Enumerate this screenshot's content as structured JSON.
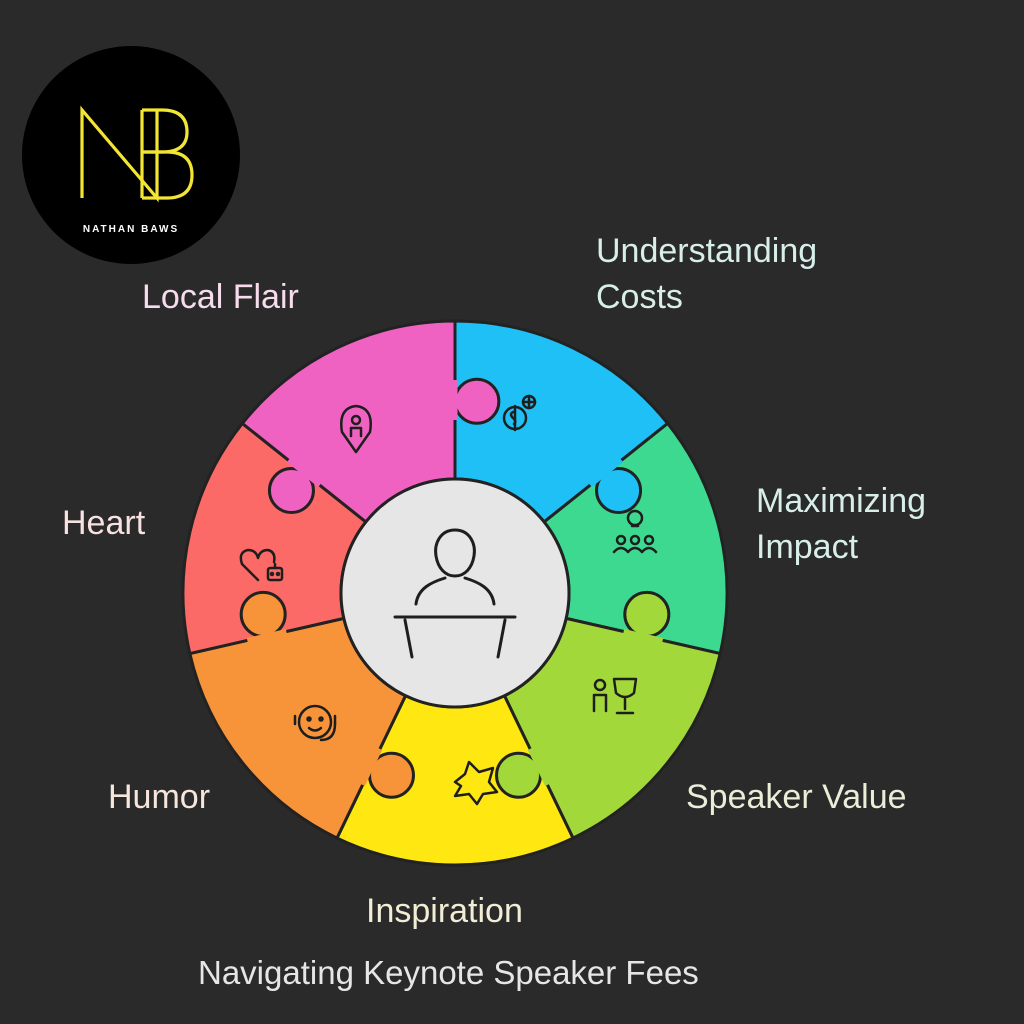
{
  "logo": {
    "text": "NATHAN BAWS",
    "monogram": "NB",
    "monogram_color": "#f3e633"
  },
  "diagram": {
    "caption": "Navigating Keynote Speaker Fees",
    "center_icon": "speaker-podium-icon",
    "segments": [
      {
        "id": "understanding-costs",
        "label": "Understanding Costs",
        "label_lines": [
          "Understanding",
          "Costs"
        ],
        "color": "#1ec0f5",
        "label_color": "#d8efe9",
        "icon": "dollar-gears-icon"
      },
      {
        "id": "maximizing-impact",
        "label": "Maximizing Impact",
        "label_lines": [
          "Maximizing",
          "Impact"
        ],
        "color": "#3ed990",
        "label_color": "#d8efe9",
        "icon": "lightbulb-audience-icon"
      },
      {
        "id": "speaker-value",
        "label": "Speaker Value",
        "label_lines": [
          "Speaker Value"
        ],
        "color": "#a3d83a",
        "label_color": "#eaeed8",
        "icon": "person-trophy-icon"
      },
      {
        "id": "inspiration",
        "label": "Inspiration",
        "label_lines": [
          "Inspiration"
        ],
        "color": "#ffe711",
        "label_color": "#f2eed6",
        "icon": "burst-icon"
      },
      {
        "id": "humor",
        "label": "Humor",
        "label_lines": [
          "Humor"
        ],
        "color": "#f7943a",
        "label_color": "#f6e6dc",
        "icon": "smiling-headset-icon"
      },
      {
        "id": "heart",
        "label": "Heart",
        "label_lines": [
          "Heart"
        ],
        "color": "#fb6a66",
        "label_color": "#f8e1e1",
        "icon": "heart-robot-icon"
      },
      {
        "id": "local-flair",
        "label": "Local Flair",
        "label_lines": [
          "Local Flair"
        ],
        "color": "#f062c1",
        "label_color": "#f6dced",
        "icon": "location-person-icon"
      }
    ],
    "center_color": "#e6e6e6",
    "outline_color": "#222222",
    "caption_color": "#e6e6e6"
  }
}
